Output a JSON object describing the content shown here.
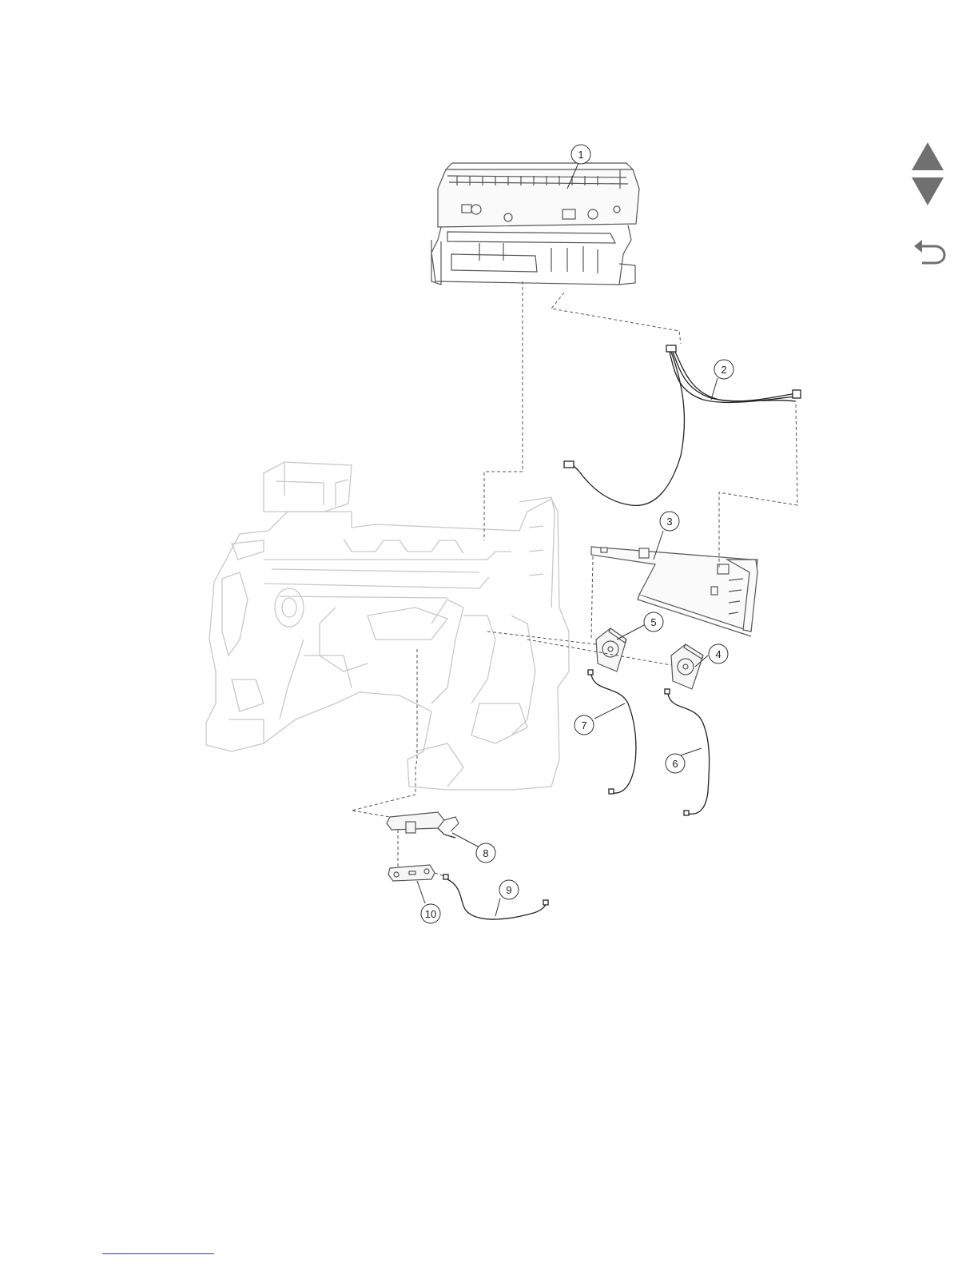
{
  "diagram": {
    "callouts": [
      "1",
      "2",
      "3",
      "4",
      "5",
      "6",
      "7",
      "8",
      "9",
      "10"
    ]
  },
  "nav": {
    "up_icon": "triangle-up-icon",
    "down_icon": "triangle-down-icon",
    "back_icon": "return-arrow-icon",
    "icon_color": "#707070"
  },
  "colors": {
    "line": "#555555",
    "frame": "#c8c8c8",
    "link": "#2a3fa8"
  }
}
